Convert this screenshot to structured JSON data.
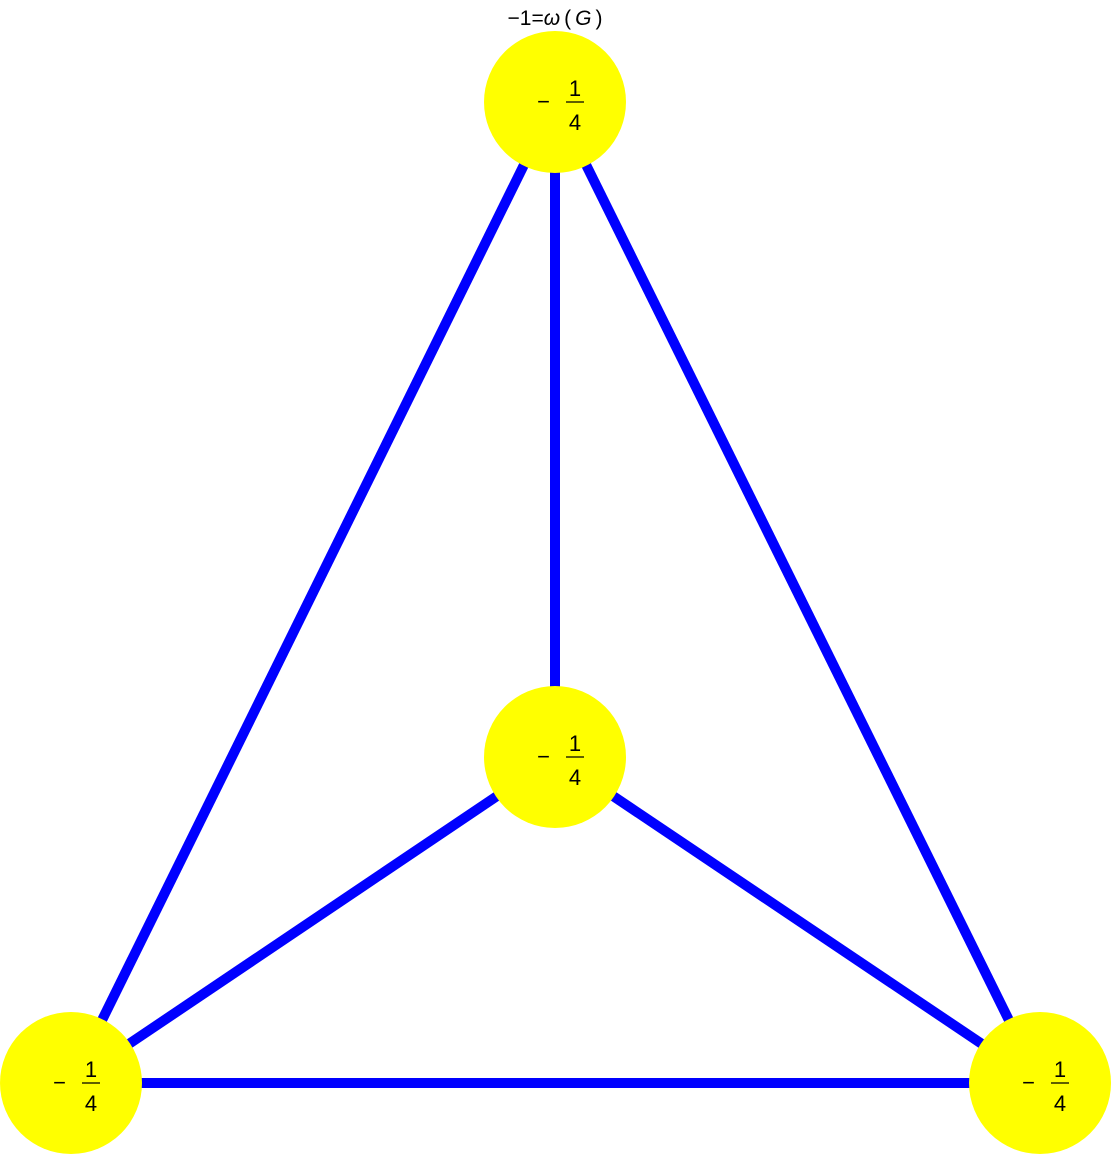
{
  "graph": {
    "caption": {
      "prefix": "−1=",
      "omega": "ω",
      "open_paren": "(",
      "graph_symbol": "G",
      "close_paren": ")"
    },
    "node_color": "#ffff00",
    "edge_color": "#0000ff",
    "nodes": [
      {
        "id": "top",
        "sign": "−",
        "numerator": "1",
        "denominator": "4"
      },
      {
        "id": "center",
        "sign": "−",
        "numerator": "1",
        "denominator": "4"
      },
      {
        "id": "bottom-left",
        "sign": "−",
        "numerator": "1",
        "denominator": "4"
      },
      {
        "id": "bottom-right",
        "sign": "−",
        "numerator": "1",
        "denominator": "4"
      }
    ],
    "edges": [
      [
        "top",
        "center"
      ],
      [
        "top",
        "bottom-left"
      ],
      [
        "top",
        "bottom-right"
      ],
      [
        "center",
        "bottom-left"
      ],
      [
        "center",
        "bottom-right"
      ],
      [
        "bottom-left",
        "bottom-right"
      ]
    ]
  }
}
